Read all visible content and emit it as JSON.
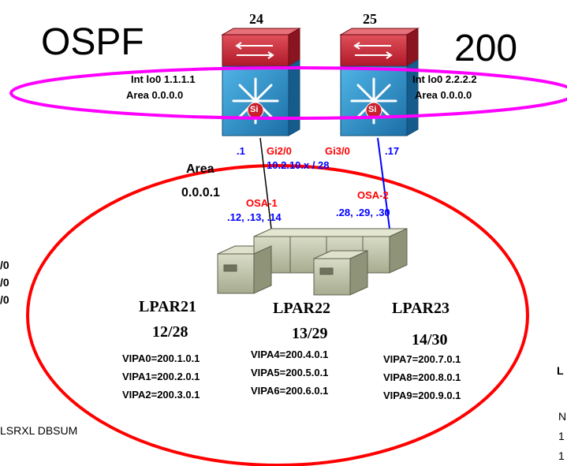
{
  "title_left": "OSPF",
  "title_right": "200",
  "routers": [
    {
      "number": "24",
      "int_label": "Int lo0 1.1.1.1",
      "area": "Area 0.0.0.0",
      "port": "Gi2/0",
      "ip_suffix": ".1"
    },
    {
      "number": "25",
      "int_label": "Int lo0 2.2.2.2",
      "area": "Area 0.0.0.0",
      "port": "Gi3/0",
      "ip_suffix": ".17"
    }
  ],
  "si_label": "Si",
  "subnet": "10.2.10.x / 28",
  "area1": {
    "line1": "Area",
    "line2": "0.0.0.1"
  },
  "osa": [
    {
      "label": "OSA-1",
      "addrs": ".12, .13, .14"
    },
    {
      "label": "OSA-2",
      "addrs": ".28, .29, .30"
    }
  ],
  "lpars": [
    {
      "name": "LPAR21",
      "id": "12/28",
      "vipas": [
        "VIPA0=200.1.0.1",
        "VIPA1=200.2.0.1",
        "VIPA2=200.3.0.1"
      ]
    },
    {
      "name": "LPAR22",
      "id": "13/29",
      "vipas": [
        "VIPA4=200.4.0.1",
        "VIPA5=200.5.0.1",
        "VIPA6=200.6.0.1"
      ]
    },
    {
      "name": "LPAR23",
      "id": "14/30",
      "vipas": [
        "VIPA7=200.7.0.1",
        "VIPA8=200.8.0.1",
        "VIPA9=200.9.0.1"
      ]
    }
  ],
  "left_fragments": [
    "/0",
    "/0",
    "/0"
  ],
  "bottom_left": "LSRXL DBSUM",
  "right_fragments": [
    "L",
    "N",
    "1",
    "1"
  ],
  "colors": {
    "red": "#ff0000",
    "blue": "#0000ff",
    "magenta": "#ff00ff",
    "router_top": "#cc2233",
    "router_body": "#2b8fc4"
  }
}
